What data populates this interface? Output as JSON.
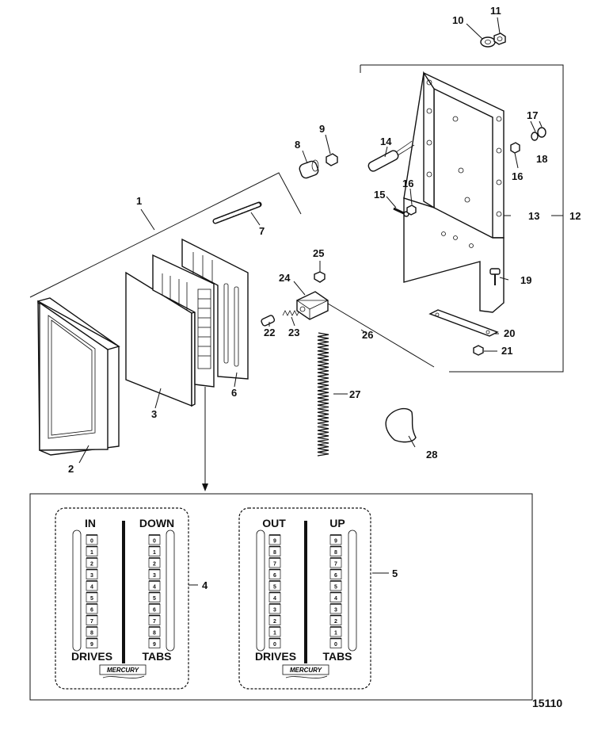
{
  "diagram_id": "15110",
  "callouts": {
    "c1": "1",
    "c2": "2",
    "c3": "3",
    "c4": "4",
    "c5": "5",
    "c6": "6",
    "c7": "7",
    "c8": "8",
    "c9": "9",
    "c10": "10",
    "c11": "11",
    "c12": "12",
    "c13": "13",
    "c14": "14",
    "c15": "15",
    "c16a": "16",
    "c16b": "16",
    "c17": "17",
    "c18": "18",
    "c19": "19",
    "c20": "20",
    "c21": "21",
    "c22": "22",
    "c23": "23",
    "c24": "24",
    "c25": "25",
    "c26": "26",
    "c27": "27",
    "c28": "28"
  },
  "gauge4": {
    "left_top": "IN",
    "right_top": "DOWN",
    "left_bottom": "DRIVES",
    "right_bottom": "TABS",
    "left_scale": [
      "0",
      "1",
      "2",
      "3",
      "4",
      "5",
      "6",
      "7",
      "8",
      "9"
    ],
    "right_scale": [
      "0",
      "1",
      "2",
      "3",
      "4",
      "5",
      "6",
      "7",
      "8",
      "9"
    ],
    "logo": "MERCURY"
  },
  "gauge5": {
    "left_top": "OUT",
    "right_top": "UP",
    "left_bottom": "DRIVES",
    "right_bottom": "TABS",
    "left_scale": [
      "9",
      "8",
      "7",
      "6",
      "5",
      "4",
      "3",
      "2",
      "1",
      "0"
    ],
    "right_scale": [
      "9",
      "8",
      "7",
      "6",
      "5",
      "4",
      "3",
      "2",
      "1",
      "0"
    ],
    "logo": "MERCURY"
  }
}
